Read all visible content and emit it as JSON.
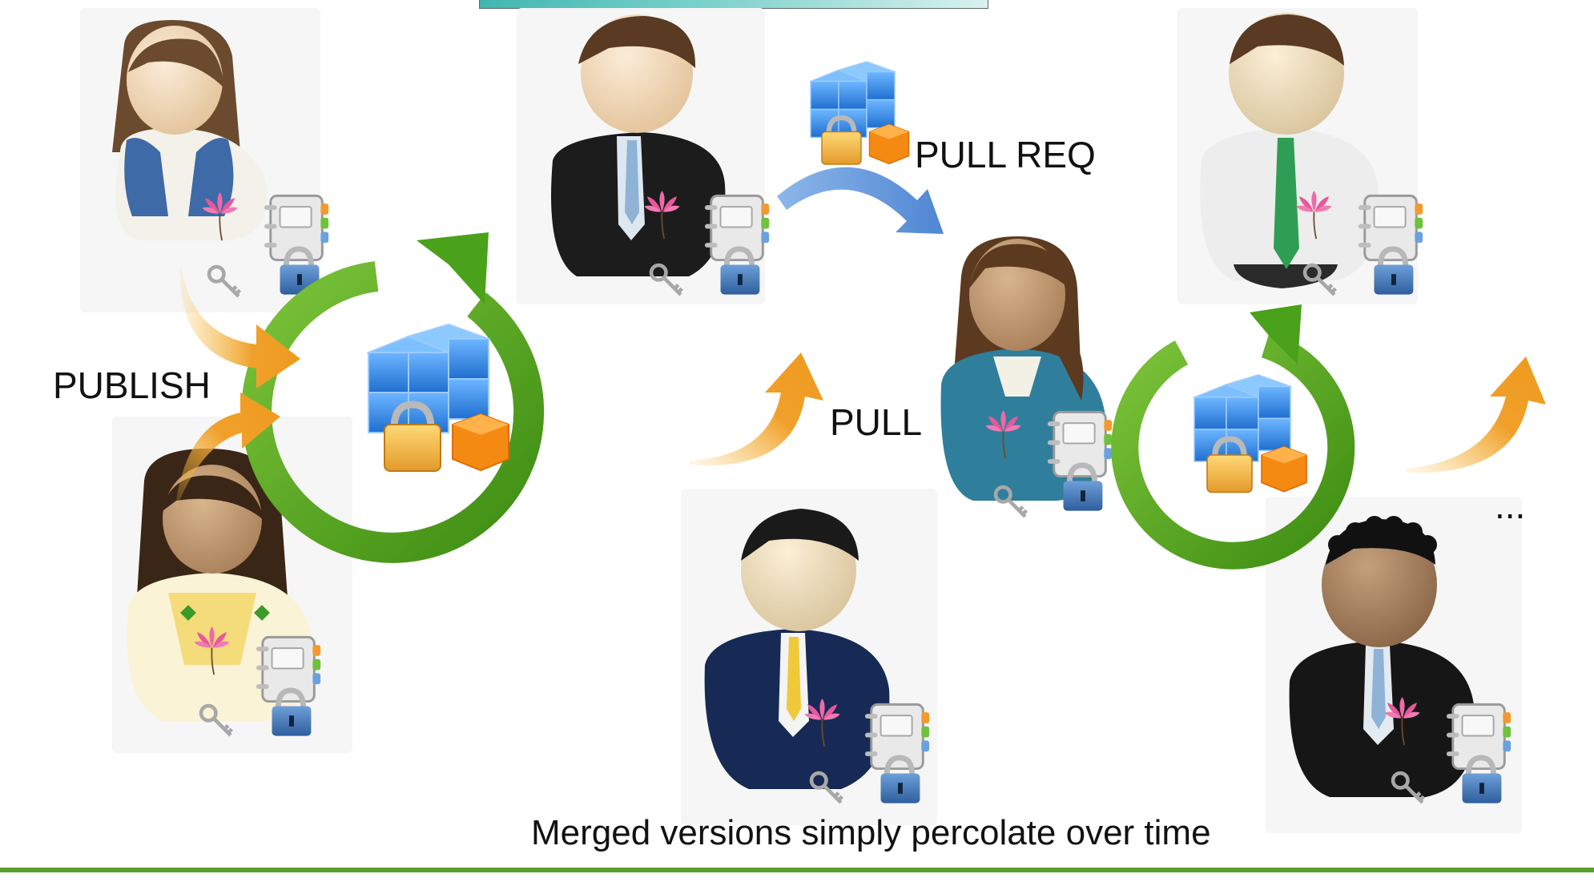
{
  "labels": {
    "publish": "PUBLISH",
    "pull_req": "PULL REQ",
    "pull": "PULL",
    "ellipsis": "...",
    "caption": "Merged versions simply percolate over time"
  },
  "colors": {
    "accent_green": "#5aa02c",
    "cycle_green": "#4aa11a",
    "arrow_orange": "#f0a02a",
    "arrow_blue": "#5f93d6",
    "title_teal": "#3fb7b0",
    "cube_blue": "#2f84e0",
    "cube_orange": "#f58a12",
    "lock_gold": "#f0b43c",
    "lotus_pink": "#e8589a"
  },
  "icons": {
    "person": "person-icon",
    "repository": "repository-cube-icon",
    "cycle": "cycle-arrow-icon",
    "lock": "padlock-icon",
    "key": "key-icon",
    "notebook": "notebook-icon",
    "lotus": "lotus-icon"
  }
}
